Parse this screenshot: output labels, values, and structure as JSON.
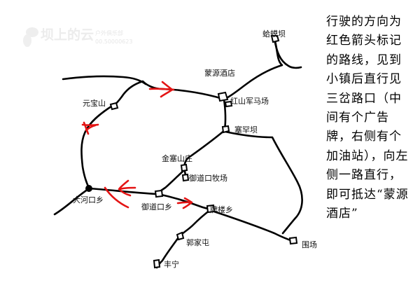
{
  "watermark": {
    "title": "坝上的云",
    "subtitle": "户外俱乐部",
    "phone": "00.50000623"
  },
  "places": {
    "hamagou": "蛤蟆坝",
    "mengyuan": "蒙源酒店",
    "hongshan": "红山军马场",
    "yuanbaoshan": "元宝山",
    "saihanba": "塞罕坝",
    "jinsaishanzhuang": "金塞山庄",
    "yudaokou_muchang": "御道口牧场",
    "dahekou": "大河口乡",
    "yudaokou_xiang": "御道口乡",
    "pailou": "牌楼乡",
    "guojiatun": "郭家屯",
    "weichang": "围场",
    "fengning": "丰宁"
  },
  "directions": "行驶的方向为红色箭头标记的路线，见到小镇后直行见三岔路口（中间有个广告牌，右侧有个加油站），向左侧一路直行，即可抵达“蒙源酒店”",
  "colors": {
    "arrow": "#e41414",
    "road": "#000000"
  }
}
